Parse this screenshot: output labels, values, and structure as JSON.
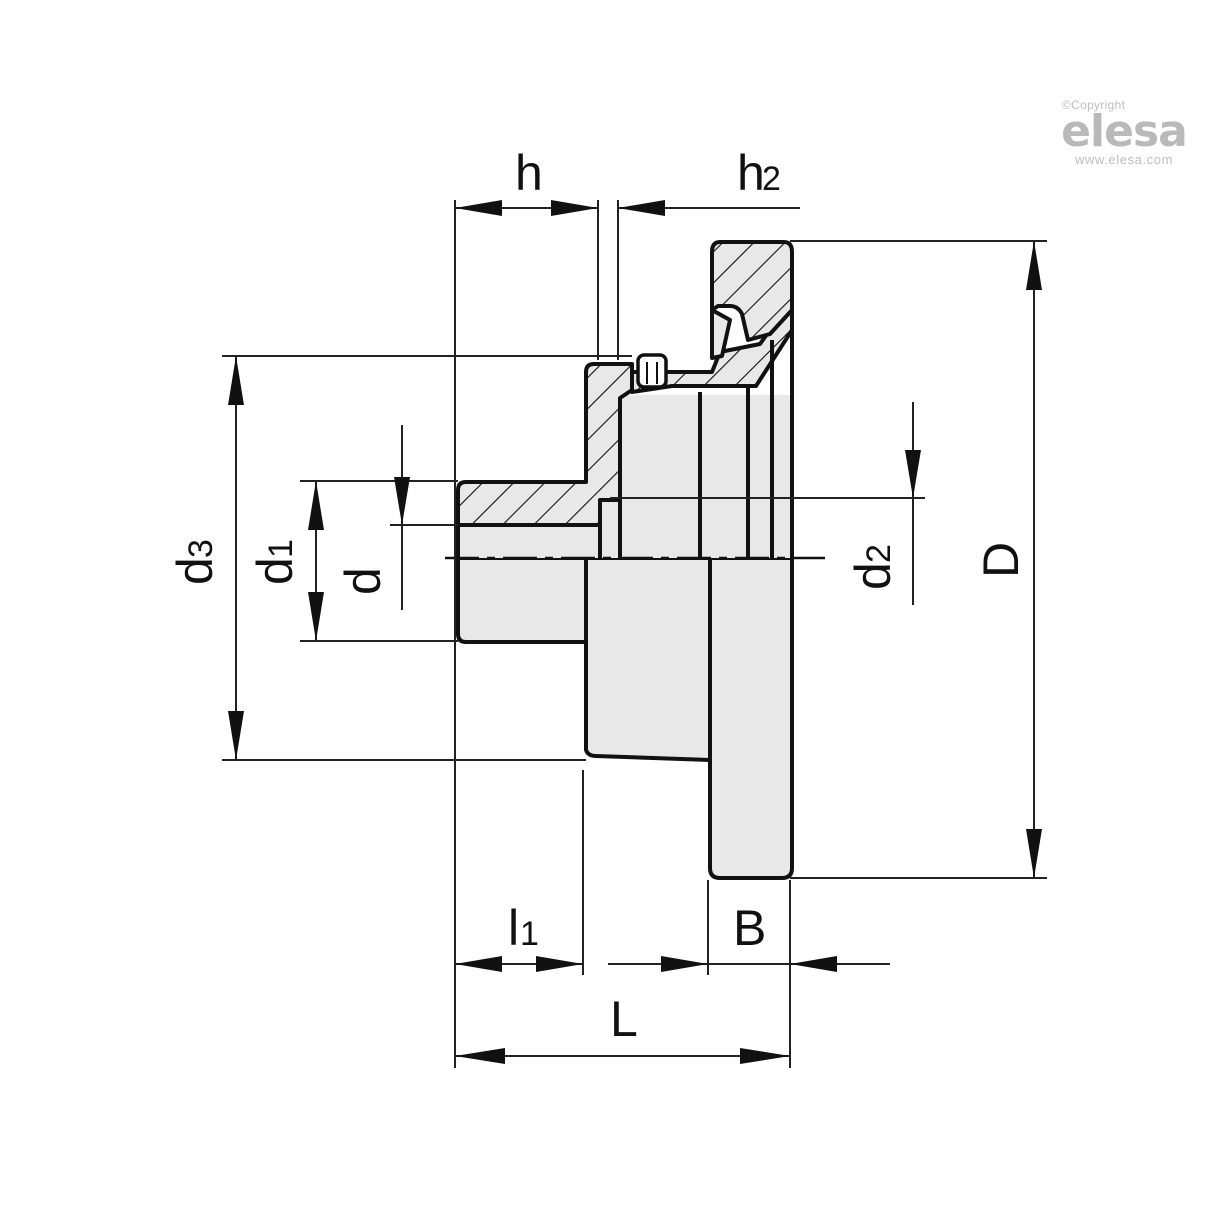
{
  "watermark": {
    "copyright": "©Copyright",
    "brand": "elesa",
    "url": "www.elesa.com",
    "color": "#bdbdbd"
  },
  "dimensions": {
    "h": "h",
    "h2": {
      "base": "h",
      "sub": "2"
    },
    "d3": {
      "base": "d",
      "sub": "3"
    },
    "d1": {
      "base": "d",
      "sub": "1"
    },
    "d": "d",
    "d2": {
      "base": "d",
      "sub": "2"
    },
    "D": "D",
    "l1": {
      "base": "l",
      "sub": "1"
    },
    "B": "B",
    "L": "L"
  },
  "colors": {
    "line": "#111111",
    "fill": "#e8e8e8",
    "background": "#ffffff"
  }
}
